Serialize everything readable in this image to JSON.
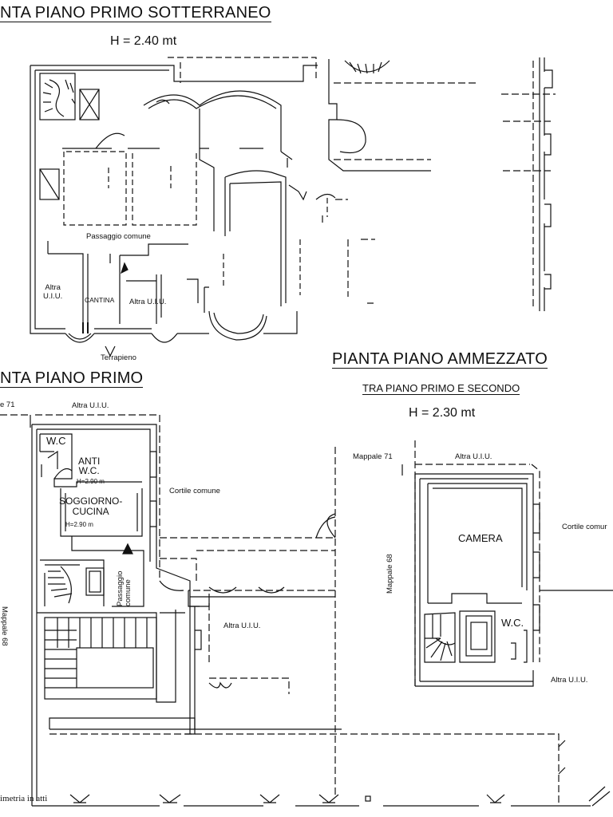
{
  "floors": {
    "basement": {
      "title": "NTA PIANO PRIMO SOTTERRANEO",
      "height": "H = 2.40 mt"
    },
    "first": {
      "title": "NTA PIANO PRIMO"
    },
    "mezzanine": {
      "title": "PIANTA PIANO AMMEZZATO",
      "subtitle": "TRA PIANO PRIMO E SECONDO",
      "height": "H = 2.30 mt"
    }
  },
  "labels": {
    "passaggio_comune": "Passaggio comune",
    "altra_uiu_split": "Altra\nU.I.U.",
    "cantina": "CANTINA",
    "altra_uiu": "Altra U.I.U.",
    "terrapieno": "Terrapieno",
    "mappale_71_cut": "e 71",
    "altra_uiu_top": "Altra U.I.U.",
    "wc": "W.C",
    "anti_wc": "ANTI\nW.C.",
    "h290_a": "H=2.90 m",
    "soggiorno": "SOGGIORNO-\nCUCINA",
    "h290_b": "H=2.90 m",
    "cortile_comune": "Cortile comune",
    "passaggio_comune_vert": "Passaggio\ncomune",
    "altra_uiu_mid": "Altra U.I.U.",
    "mappale_68_cut": "Mappale 68",
    "planimetria": "imetria in atti",
    "mappale_71": "Mappale 71",
    "altra_uiu_mez": "Altra U.I.U.",
    "cortile_comune_cut": "Cortile comur",
    "camera": "CAMERA",
    "mappale_68": "Mappale 68",
    "wc_mez": "W.C.",
    "altra_uiu_bottom": "Altra U.I.U."
  },
  "colors": {
    "line": "#111111",
    "background": "#ffffff"
  }
}
